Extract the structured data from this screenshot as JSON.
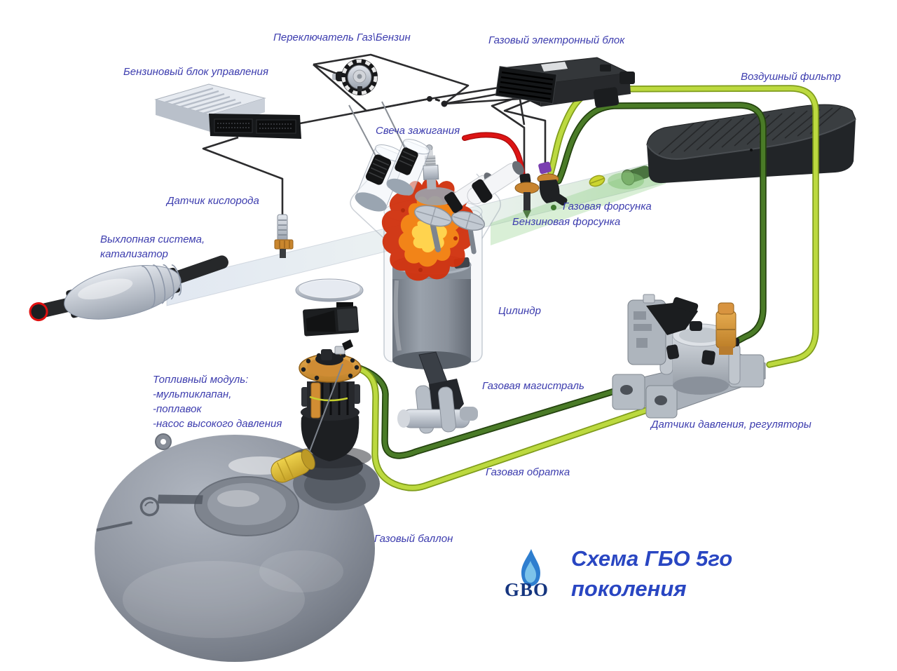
{
  "title": {
    "line1": "Схема ГБО 5го",
    "line2": "поколения"
  },
  "logo": {
    "text": "GBO"
  },
  "labels": {
    "switch": "Переключатель Газ\\Бензин",
    "gas_ecu": "Газовый электронный блок",
    "petrol_ecu": "Бензиновый блок управления",
    "air_filter": "Воздушный фильтр",
    "spark_plug": "Свеча зажигания",
    "oxygen_sensor": "Датчик кислорода",
    "exhaust_line1": "Выхлопная система,",
    "exhaust_line2": "катализатор",
    "gas_injector": "Газовая форсунка",
    "petrol_injector": "Бензиновая форсунка",
    "cylinder": "Цилиндр",
    "gas_line": "Газовая магистраль",
    "regulators": "Датчики давления, регуляторы",
    "fuel_module_title": "Топливный модуль:",
    "fuel_module_item1": "-мультиклапан,",
    "fuel_module_item2": "-поплавок",
    "fuel_module_item3": "-насос высокого давления",
    "gas_return": "Газовая обратка",
    "gas_tank": "Газовый баллон"
  },
  "colors": {
    "label": "#3c3cae",
    "title": "#2946c2",
    "logo": "#15357f",
    "flame_outer": "#2e7ecf",
    "flame_inner": "#7cc3ea",
    "pipe_return": "#b9d83e",
    "pipe_supply": "#3f6d1f",
    "wire_black": "#2e2e30",
    "wire_red": "#dd1616",
    "background": "#ffffff"
  }
}
